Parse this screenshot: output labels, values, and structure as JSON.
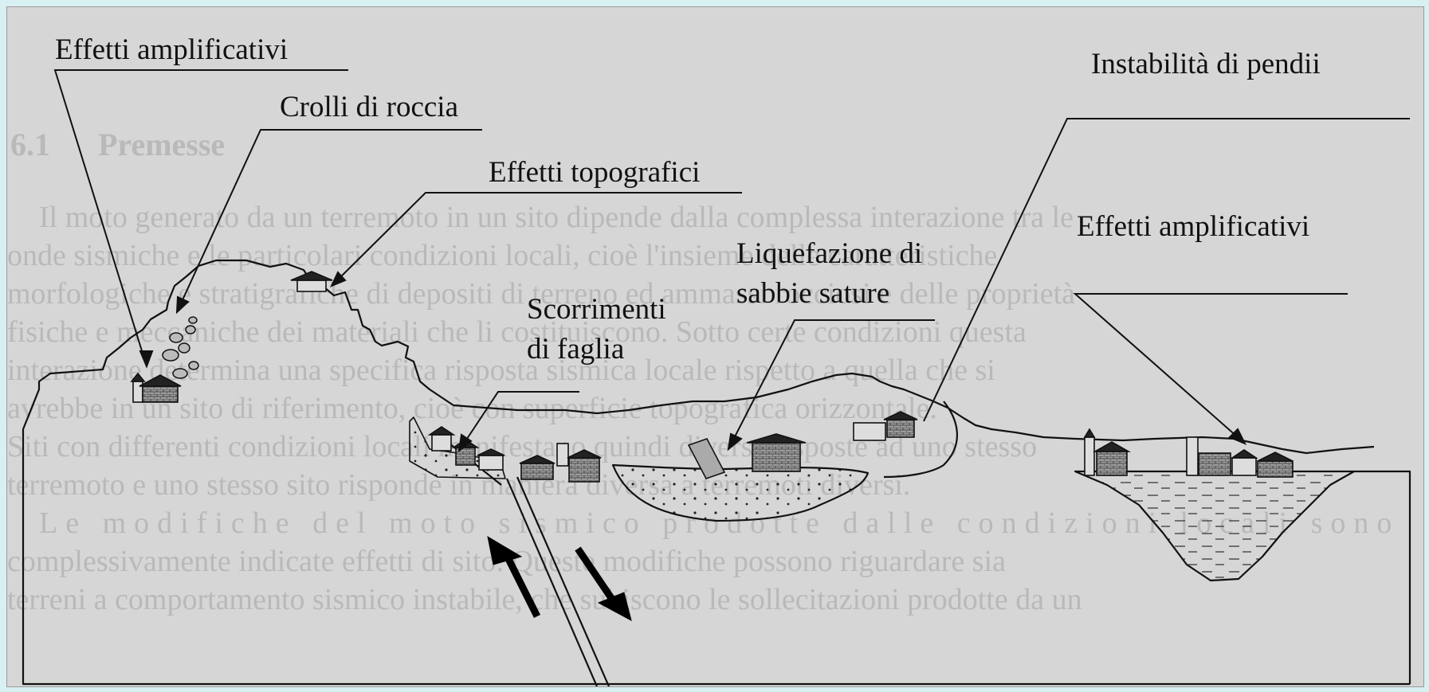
{
  "labels": {
    "effetti_amplificativi_left": "Effetti amplificativi",
    "crolli_di_roccia": "Crolli di roccia",
    "effetti_topografici": "Effetti topografici",
    "instabilita_di_pendii": "Instabilità di pendii",
    "effetti_amplificativi_right": "Effetti amplificativi",
    "liquefazione_line1": "Liquefazione di",
    "liquefazione_line2": "sabbie sature",
    "scorrimenti_line1": "Scorrimenti",
    "scorrimenti_line2": "di faglia"
  },
  "background_page": {
    "heading_number": "6.1",
    "heading": "Premesse",
    "lines": [
      "Il moto generato da un terremoto in un sito dipende dalla complessa interazione tra le",
      "onde sismiche e le particolari condizioni locali, cioè l'insieme delle caratteristiche",
      "morfologiche e stratigrafiche di depositi di terreno ed ammassi rocciosi e delle proprietà",
      "fisiche e meccaniche dei materiali che li costituiscono. Sotto certe condizioni questa",
      "interazione determina una specifica risposta sismica locale rispetto a quella che si",
      "avrebbe in un sito di riferimento, cioè con superficie topografica orizzontale.",
      "Siti con differenti condizioni locali manifestano quindi diverse risposte ad uno stesso",
      "terremoto e uno stesso sito risponde in maniera diversa a terremoti diversi.",
      "Le modifiche del moto sismico prodotte dalle condizioni locali sono",
      "complessivamente indicate effetti di sito. Queste modifiche possono riguardare sia",
      "terreni a comportamento sismico instabile, che subiscono le sollecitazioni prodotte da un"
    ]
  },
  "colors": {
    "frame_background": "#d6d6d6",
    "outer_background": "#d9f0f2",
    "ink": "#111111",
    "ghost_text": "#b9b9b9",
    "house_fill": "#8f8f8f"
  }
}
